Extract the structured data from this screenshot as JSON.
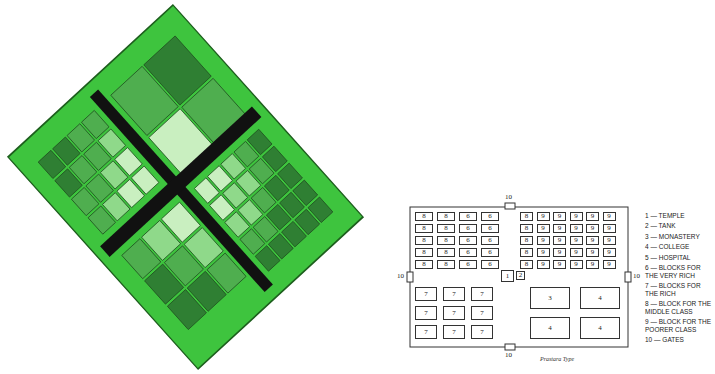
{
  "diagram": {
    "caption": "Prastara Type",
    "nodes": [
      {
        "text": [
          "8"
        ]
      },
      {
        "text": [
          "8"
        ]
      },
      {
        "text": [
          "6"
        ]
      },
      {
        "text": [
          "6"
        ]
      },
      {
        "text": [
          "8"
        ]
      },
      {
        "text": [
          "8"
        ]
      },
      {
        "text": [
          "6"
        ]
      },
      {
        "text": [
          "6"
        ]
      },
      {
        "text": [
          "8"
        ]
      },
      {
        "text": [
          "8"
        ]
      },
      {
        "text": [
          "6"
        ]
      },
      {
        "text": [
          "6"
        ]
      },
      {
        "text": [
          "8"
        ]
      },
      {
        "text": [
          "8"
        ]
      },
      {
        "text": [
          "6"
        ]
      },
      {
        "text": [
          "6"
        ]
      },
      {
        "text": [
          "8"
        ]
      },
      {
        "text": [
          "8"
        ]
      },
      {
        "text": [
          "6"
        ]
      },
      {
        "text": [
          "6"
        ]
      },
      {
        "text": [
          "8"
        ]
      },
      {
        "text": [
          "9"
        ]
      },
      {
        "text": [
          "9"
        ]
      },
      {
        "text": [
          "9"
        ]
      },
      {
        "text": [
          "9"
        ]
      },
      {
        "text": [
          "9"
        ]
      },
      {
        "text": [
          "8"
        ]
      },
      {
        "text": [
          "9"
        ]
      },
      {
        "text": [
          "9"
        ]
      },
      {
        "text": [
          "9"
        ]
      },
      {
        "text": [
          "9"
        ]
      },
      {
        "text": [
          "9"
        ]
      },
      {
        "text": [
          "8"
        ]
      },
      {
        "text": [
          "9"
        ]
      },
      {
        "text": [
          "9"
        ]
      },
      {
        "text": [
          "9"
        ]
      },
      {
        "text": [
          "9"
        ]
      },
      {
        "text": [
          "9"
        ]
      },
      {
        "text": [
          "8"
        ]
      },
      {
        "text": [
          "9"
        ]
      },
      {
        "text": [
          "9"
        ]
      },
      {
        "text": [
          "9"
        ]
      },
      {
        "text": [
          "9"
        ]
      },
      {
        "text": [
          "9"
        ]
      },
      {
        "text": [
          "8"
        ]
      },
      {
        "text": [
          "9"
        ]
      },
      {
        "text": [
          "9"
        ]
      },
      {
        "text": [
          "9"
        ]
      },
      {
        "text": [
          "9"
        ]
      },
      {
        "text": [
          "9"
        ]
      },
      {
        "text": [
          "1"
        ]
      },
      {
        "text": [
          "2"
        ]
      },
      {
        "text": [
          "7"
        ]
      },
      {
        "text": [
          "7"
        ]
      },
      {
        "text": [
          "7"
        ]
      },
      {
        "text": [
          "7"
        ]
      },
      {
        "text": [
          "7"
        ]
      },
      {
        "text": [
          "7"
        ]
      },
      {
        "text": [
          "7"
        ]
      },
      {
        "text": [
          "7"
        ]
      },
      {
        "text": [
          "7"
        ]
      },
      {
        "text": [
          "3"
        ]
      },
      {
        "text": [
          "4"
        ]
      },
      {
        "text": [
          "4"
        ]
      },
      {
        "text": [
          "4"
        ]
      }
    ],
    "labels": [
      "10",
      "10",
      "10",
      "10",
      "1 — TEMPLE",
      "2 — TANK",
      "3 — MONASTERY",
      "4 — COLLEGE",
      "5 — HOSPITAL",
      "6 — BLOCKS FOR THE VERY RICH",
      "7 — BLOCKS FOR THE RICH",
      "8 — BLOCK FOR THE MIDDLE CLASS",
      "9 — BLOCK FOR THE POORER CLASS",
      "10 — GATES"
    ]
  }
}
